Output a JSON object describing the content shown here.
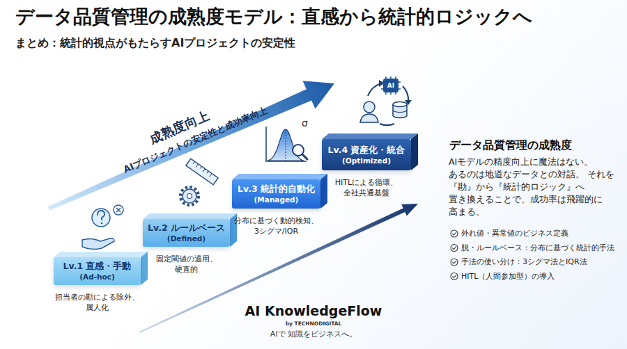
{
  "diagram": {
    "title": "データ品質管理の成熟度モデル：直感から統計的ロジックへ",
    "nodes": [
      {
        "text": [
          "Lv.1 直感・手動",
          "(Ad-hoc)",
          "担当者の勘による除外、 属人化"
        ]
      },
      {
        "text": [
          "Lv.2 ルールベース",
          "(Defined)",
          "固定閾値の適用、 硬直的"
        ]
      },
      {
        "text": [
          "Lv.3 統計的自動化",
          "(Managed)",
          "分布に基づく動的検知、 3シグマ/IQR"
        ]
      },
      {
        "text": [
          "Lv.4 資産化・統合",
          "(Optimized)",
          "HITLによる循環、 全社共通基盤"
        ]
      }
    ],
    "labels": [
      "まとめ：統計的視点がもたらすAIプロジェクトの安定性",
      "成熟度向上",
      "AIプロジェクトの安定性と成功率向上",
      "データ品質管理の成熟度",
      "AIモデルの精度向上に魔法はない。 あるのは地道なデータとの対話。 それを『勘』から『統計的ロジック』へ 置き換えることで、成功率は飛躍的に 高まる。",
      "外れ値・異常値のビジネス定義",
      "脱・ルールベース：分布に基づく統計的手法",
      "手法の使い分け：3シグマ法とIQR法",
      "HITL（人間参加型）の導入",
      "AI KnowledgeFlow",
      "by TECHNODIGITAL",
      "AIで 知識をビジネスへ。",
      "AI",
      "σ"
    ]
  }
}
